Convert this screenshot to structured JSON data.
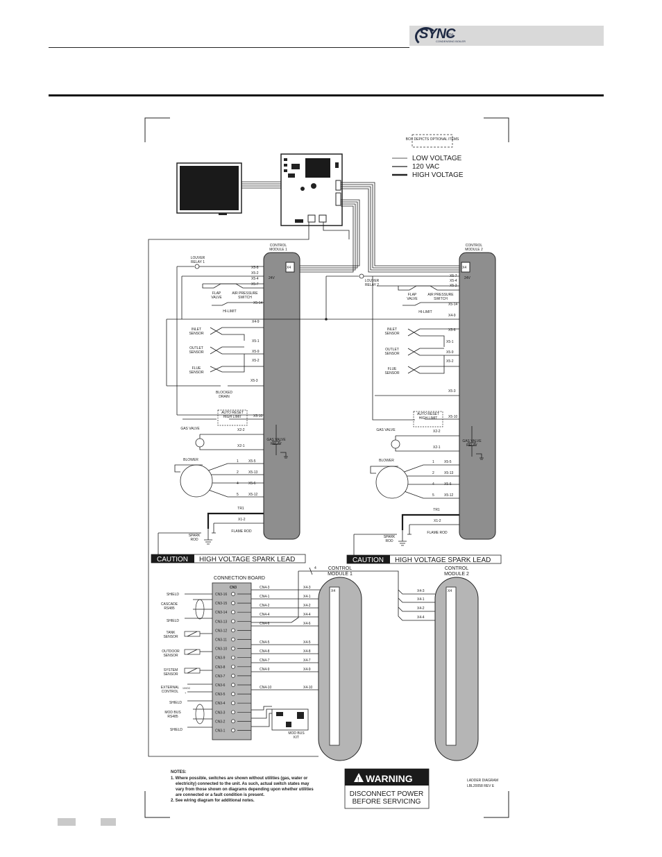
{
  "brand": {
    "logo_word": "SYNC",
    "logo_tm": "TM",
    "logo_sub": "CONDENSING BOILER"
  },
  "legend": {
    "optional_box": "BOX DEPICTS OPTIONAL ITEMS",
    "low_voltage": "LOW VOLTAGE",
    "vac_120": "120 VAC",
    "high_voltage": "HIGH VOLTAGE"
  },
  "modules": {
    "m1_label_a": "CONTROL",
    "m1_label_b": "MODULE 1",
    "m2_label_a": "CONTROL",
    "m2_label_b": "MODULE 2",
    "v24": "24V",
    "x4": "X4"
  },
  "left_labels": {
    "louver_a": "LOUVER",
    "louver_b": "RELAY 1",
    "flap_a": "FLAP",
    "flap_b": "VALVE",
    "air_a": "AIR PRESSURE",
    "air_b": "SWITCH",
    "hilimit": "HI-LIMIT",
    "inlet_a": "INLET",
    "inlet_b": "SENSOR",
    "outlet_a": "OUTLET",
    "outlet_b": "SENSOR",
    "flue_a": "FLUE",
    "flue_b": "SENSOR",
    "blocked_a": "BLOCKED",
    "blocked_b": "DRAIN",
    "auto_a": "AUTO RESET",
    "auto_b": "HIGH LIMIT",
    "gas_valve": "GAS VALVE",
    "gvr_a": "GAS VALVE",
    "gvr_b": "RELAY",
    "blower": "BLOWER",
    "tr1": "TR1",
    "spark_a": "SPARK",
    "spark_b": "ROD",
    "flame_rod": "FLAME ROD"
  },
  "right_labels": {
    "louver_a": "LOUVER",
    "louver_b": "RELAY 2"
  },
  "pins": {
    "x5_8": "X5-8",
    "x5_2": "X5-2",
    "x5_4": "X5-4",
    "x5_7": "X5-7",
    "x5_9": "X5-9",
    "x5_14": "X5-14",
    "x4_9": "X4-9",
    "x5_6": "X5-6",
    "x5_1": "X5-1",
    "x5_3": "X5-3",
    "x5_10": "X5-10",
    "x2_2": "X2-2",
    "x2_1": "X2-1",
    "n1": "1",
    "n2": "2",
    "n4": "4",
    "n5": "5",
    "x5_5": "X5-5",
    "x5_13": "X5-13",
    "x5_12": "X5-12",
    "x1_2": "X1-2"
  },
  "caution": {
    "label": "CAUTION",
    "text": "HIGH VOLTAGE SPARK LEAD"
  },
  "connection": {
    "title": "CONNECTION BOARD",
    "cn3": "CN3",
    "cm1_a": "CONTROL",
    "cm1_b": "MODULE 1",
    "cm2_a": "CONTROL",
    "cm2_b": "MODULE 2",
    "wire4": "4",
    "terminals": [
      "CN3-16",
      "CN3-15",
      "CN3-14",
      "CN3-13",
      "CN3-12",
      "CN3-11",
      "CN3-10",
      "CN3-9",
      "CN3-8",
      "CN3-7",
      "CN3-6",
      "CN3-5",
      "CN3-4",
      "CN3-3",
      "CN3-2",
      "CN3-1"
    ],
    "cn4_left": [
      "CN4-3",
      "CN4-1",
      "CN4-2",
      "CN4-4",
      "CN4-6",
      "CN4-5",
      "CN4-8",
      "CN4-7",
      "CN4-9",
      "CN4-10"
    ],
    "x4_mid": [
      "X4-3",
      "X4-1",
      "X4-2",
      "X4-4",
      "X4-6",
      "X4-5",
      "X4-8",
      "X4-7",
      "X4-9",
      "X4-10"
    ],
    "x4_right": [
      "X4-3",
      "X4-1",
      "X4-2",
      "X4-4"
    ],
    "shield": "SHIELD",
    "cascade_a": "CASCADE",
    "cascade_b": "RS485",
    "tank_a": "TANK",
    "tank_b": "SENSOR",
    "outdoor_a": "OUTDOOR",
    "outdoor_b": "SENSOR",
    "system_a": "SYSTEM",
    "system_b": "SENSOR",
    "ext_a": "EXTERNAL",
    "ext_b": "CONTROL",
    "vdc": "10VDC",
    "plus": "+",
    "modbus_a": "MOD BUS",
    "modbus_b": "RS485",
    "kit_a": "MOD BUS",
    "kit_b": "KIT"
  },
  "notes": {
    "title": "NOTES:",
    "n1a": "1. Where possible, switches are shown without utilities (gas, water or",
    "n1b": "electricity) connected to the unit.  As such, actual switch states may",
    "n1c": "vary from those shown on diagrams depending upon whether utilities",
    "n1d": "are connected or a fault condition is present.",
    "n2": "2. See wiring diagram for additional notes."
  },
  "warning": {
    "title": "WARNING",
    "line1": "DISCONNECT POWER",
    "line2": "BEFORE SERVICING"
  },
  "ladder": {
    "line1": "LADDER DIAGRAM",
    "line2": "LBL20058 REV E"
  }
}
